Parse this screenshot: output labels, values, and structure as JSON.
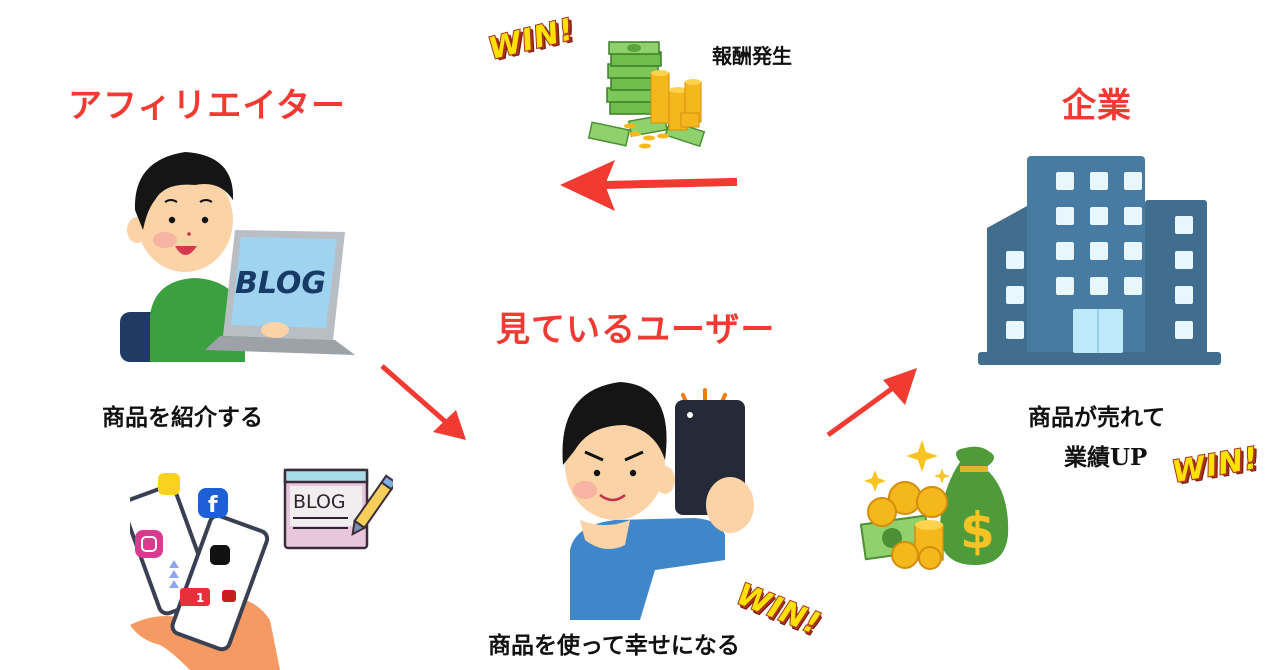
{
  "affiliate": {
    "title": "アフィリエイター",
    "caption": "商品を紹介する",
    "laptop_text": "BLOG",
    "blog_card_text": "BLOG",
    "like_badge_count": "1"
  },
  "viewer": {
    "title": "見ているユーザー",
    "caption": "商品を使って幸せになる",
    "win_badge": "WIN!"
  },
  "company": {
    "title": "企業",
    "caption_line1": "商品が売れて",
    "caption_line2": "業績UP",
    "win_badge": "WIN!"
  },
  "reward": {
    "label": "報酬発生",
    "win_badge": "WIN!"
  },
  "colors": {
    "title_red": "#f03a32",
    "arrow_red": "#f03a32",
    "building": "#44749a",
    "win_yellow": "#ffe100",
    "money_green": "#5aa43c",
    "coin_gold": "#f5b81c"
  }
}
